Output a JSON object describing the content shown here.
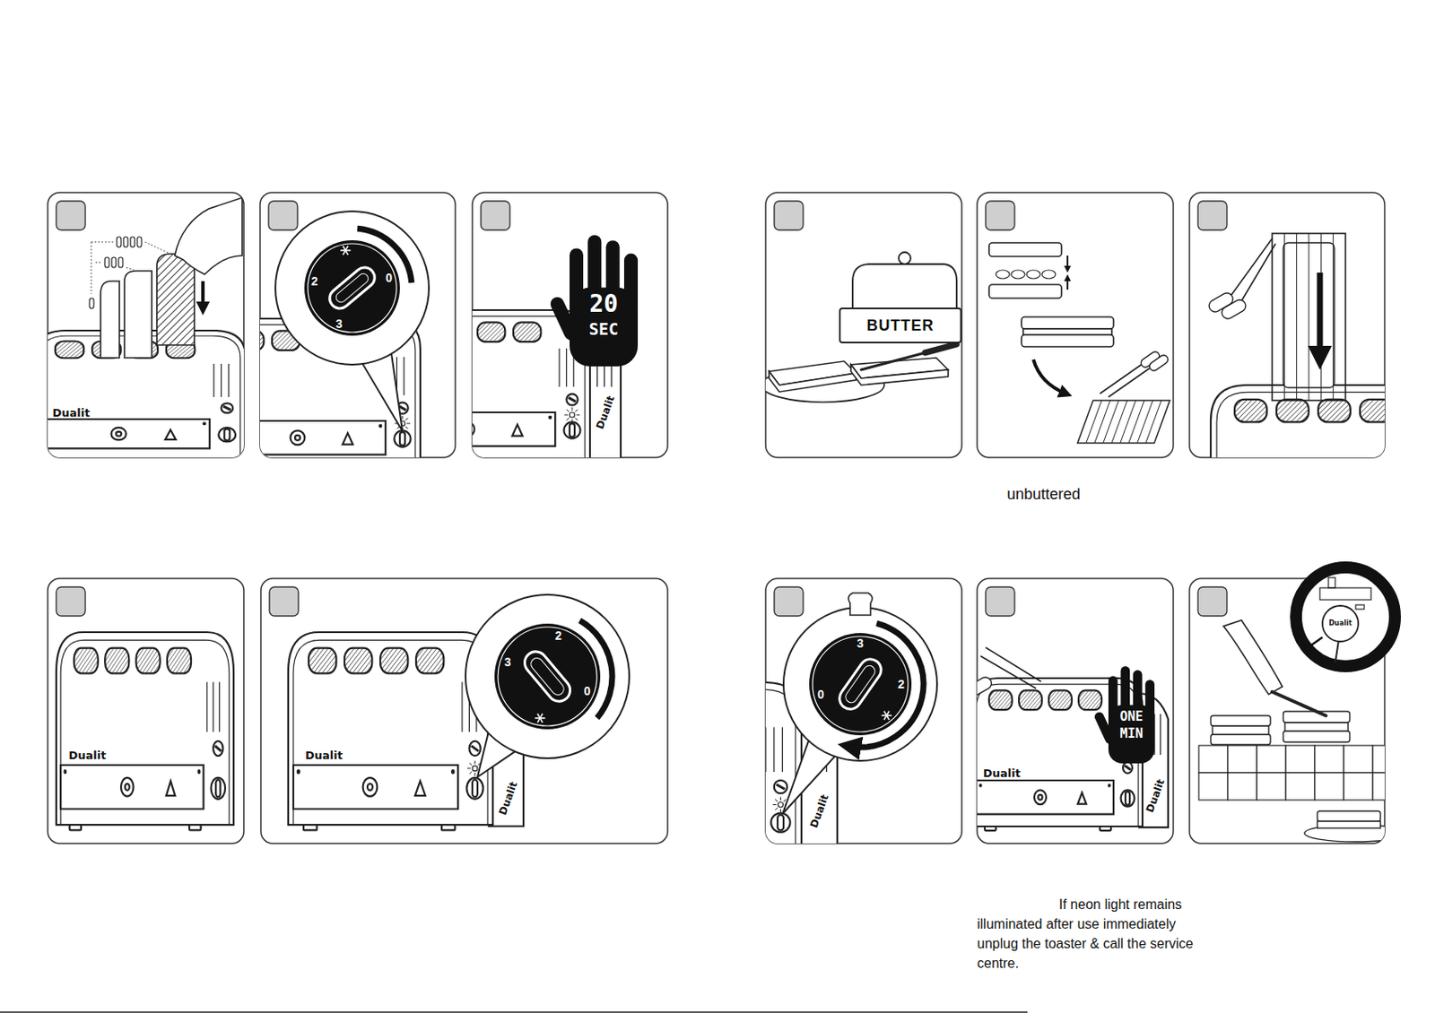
{
  "diagram": {
    "labels": [
      "Dualit",
      "2",
      "0",
      "3",
      "20",
      "SEC",
      "Dualit",
      "BUTTER",
      "unbuttered",
      "Dualit",
      "Dualit",
      "2",
      "3",
      "0",
      "Dualit",
      "3",
      "2",
      "0",
      "Dualit",
      "Dualit",
      "ONE",
      "MIN",
      "Dualit",
      "Dualit",
      "If neon light remains illuminated after use immediately unplug the toaster & call the service centre."
    ]
  }
}
